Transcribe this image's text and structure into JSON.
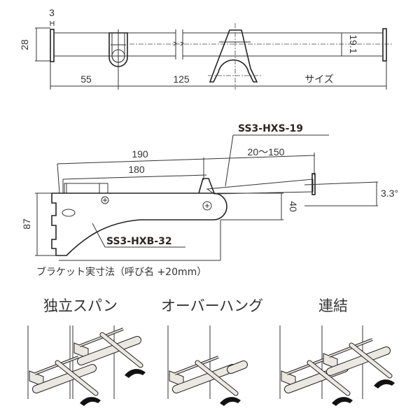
{
  "top_view": {
    "dim_flange_thickness": "3",
    "dim_height": "28",
    "dim_left_offset": "55",
    "dim_mid_offset": "125",
    "dim_pipe_diameter": "19.1",
    "size_label": "サイズ"
  },
  "side_view": {
    "shaft_model": "SS3-HXS-19",
    "bracket_model": "SS3-HXB-32",
    "dim_190": "190",
    "dim_180": "180",
    "dim_range": "20〜150",
    "dim_angle": "3.3°",
    "dim_40": "40",
    "dim_87": "87",
    "caption": "ブラケット実寸法（呼び名 +20mm）"
  },
  "usage_examples": {
    "items": [
      {
        "label": "独立スパン"
      },
      {
        "label": "オーバーハング"
      },
      {
        "label": "連結"
      }
    ]
  },
  "colors": {
    "line": "#333333",
    "part_fill": "#ebe8e2",
    "handle": "#111111"
  }
}
